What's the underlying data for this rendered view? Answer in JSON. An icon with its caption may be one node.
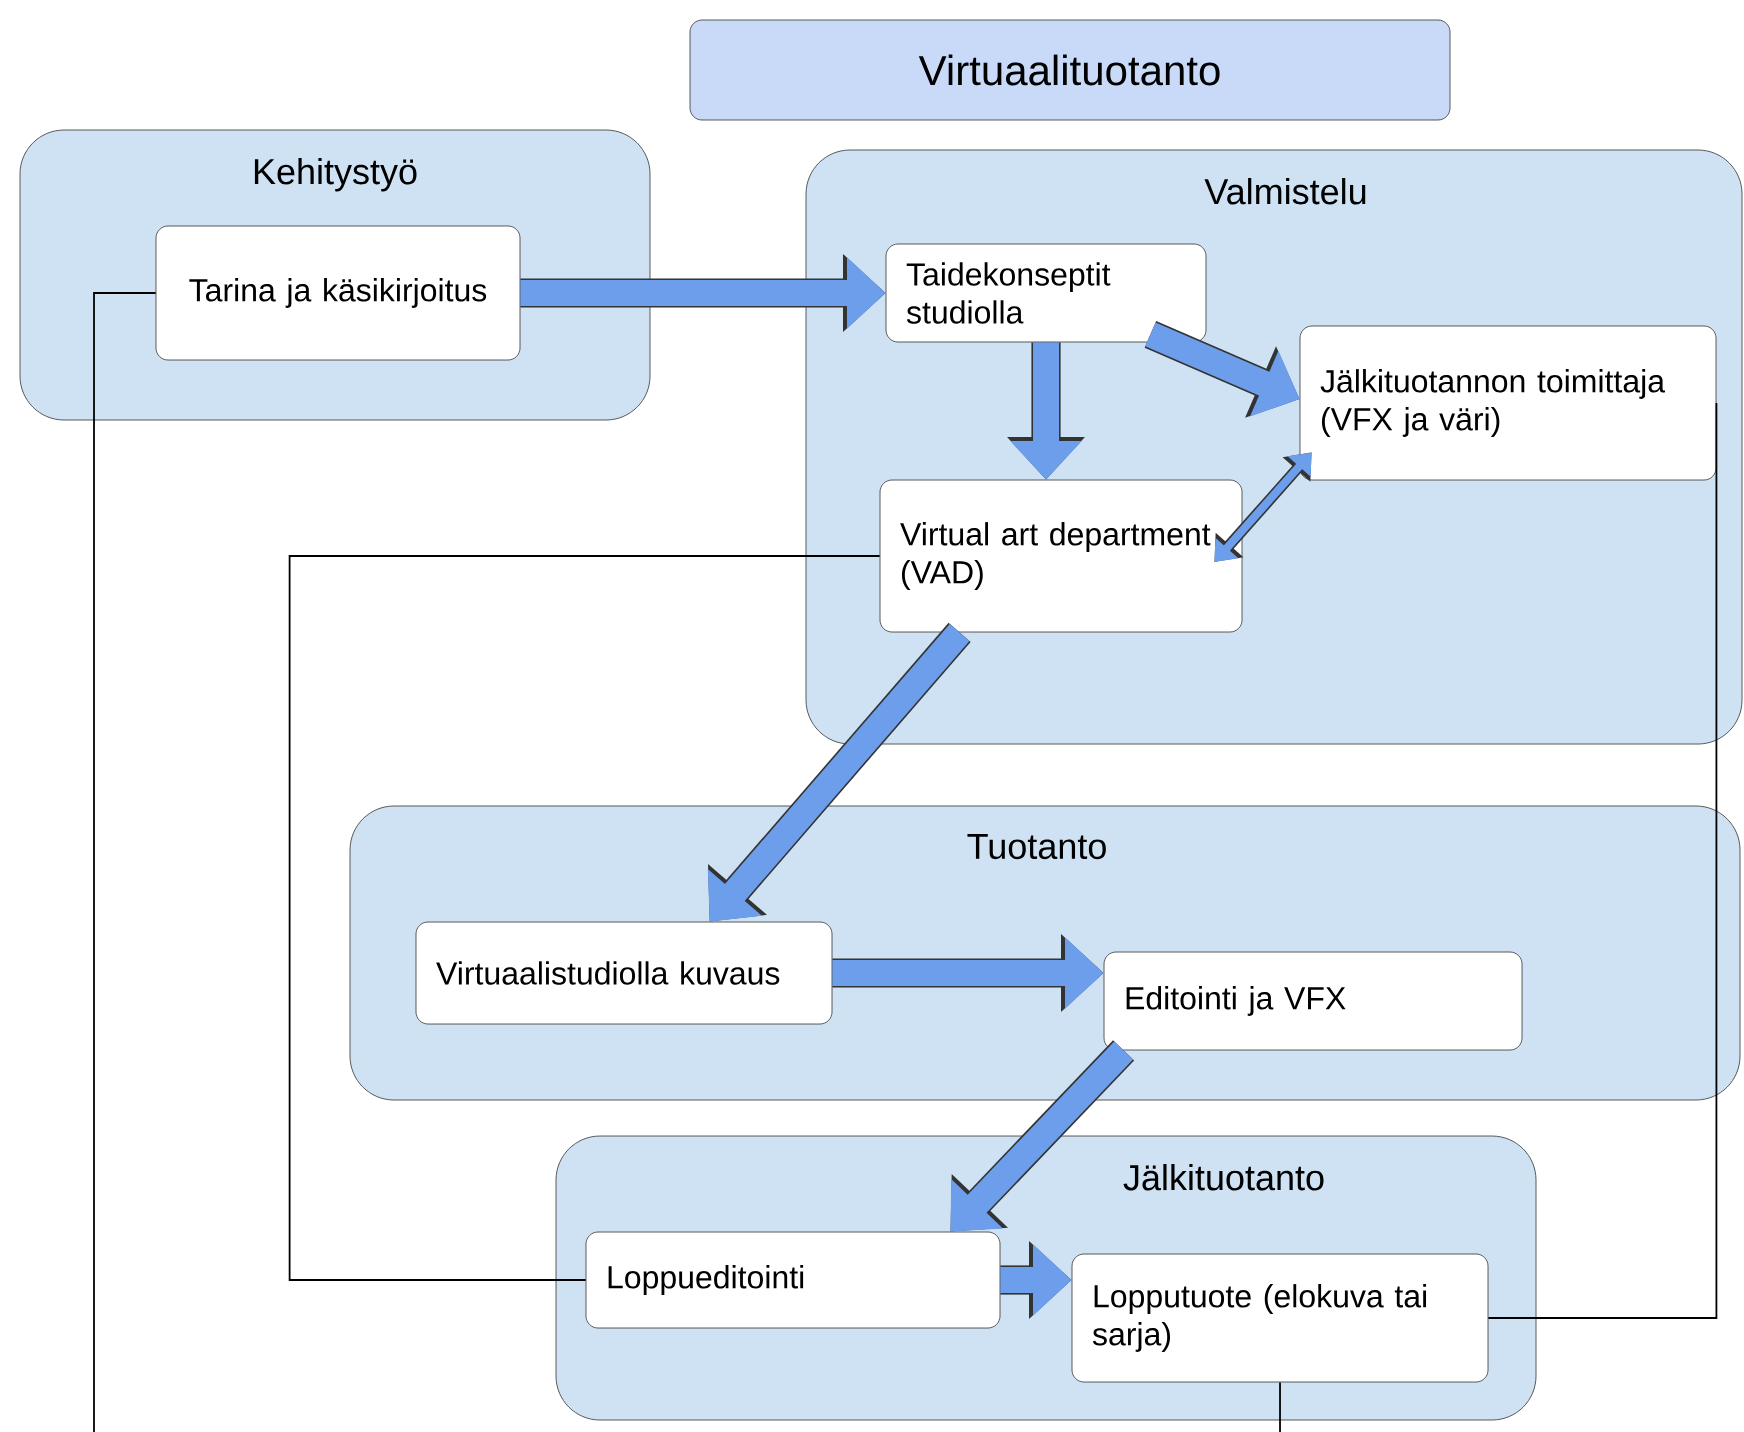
{
  "diagram": {
    "title": "Virtuaalituotanto",
    "nodes": [
      {
        "text": [
          "Kehitystyö"
        ]
      },
      {
        "text": [
          "Tarina ja käsikirjoitus"
        ],
        "in": 0
      },
      {
        "text": [
          "Valmistelu"
        ]
      },
      {
        "text": [
          "Taidekonseptit studiolla"
        ],
        "in": 2
      },
      {
        "text": [
          "Jälkituotannon toimittaja (VFX ja väri)"
        ],
        "in": 2
      },
      {
        "text": [
          "Virtual art department (VAD)"
        ],
        "in": 2
      },
      {
        "text": [
          "Tuotanto"
        ]
      },
      {
        "text": [
          "Virtuaalistudiolla kuvaus"
        ],
        "in": 6
      },
      {
        "text": [
          "Editointi ja VFX"
        ],
        "in": 6
      },
      {
        "text": [
          "Jälkituotanto"
        ]
      },
      {
        "text": [
          "Loppueditointi"
        ],
        "in": 9
      },
      {
        "text": [
          "Lopputuote (elokuva tai sarja)"
        ],
        "in": 9
      }
    ],
    "edges": [
      {
        "from": 1,
        "to": 3,
        "arrow": "to"
      },
      {
        "from": 3,
        "to": 5,
        "arrow": "to"
      },
      {
        "from": 3,
        "to": 4,
        "arrow": "to"
      },
      {
        "from": 4,
        "to": 5,
        "arrow": "both"
      },
      {
        "from": 5,
        "to": 7,
        "arrow": "to"
      },
      {
        "from": 7,
        "to": 8,
        "arrow": "to"
      },
      {
        "from": 8,
        "to": 10,
        "arrow": "to"
      },
      {
        "from": 10,
        "to": 11,
        "arrow": "to"
      },
      {
        "from": 5,
        "to": 10,
        "arrow": "none",
        "color": "#000000"
      },
      {
        "from": 11,
        "to": 4,
        "arrow": "none",
        "color": "#000000"
      },
      {
        "from": 1,
        "to": null,
        "arrow": "none",
        "color": "#000000"
      },
      {
        "from": 11,
        "to": null,
        "arrow": "none",
        "color": "#000000"
      }
    ]
  }
}
